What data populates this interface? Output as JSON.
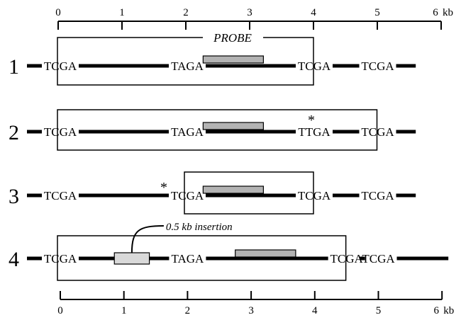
{
  "scale": {
    "ticks": [
      "0",
      "1",
      "2",
      "3",
      "4",
      "5",
      "6"
    ],
    "unit": "kb"
  },
  "probe_label": "PROBE",
  "insertion_label": "0.5 kb insertion",
  "mutation_marker": "*",
  "lanes": [
    {
      "number": "1",
      "sites": [
        {
          "text": "TCGA",
          "kb": 0
        },
        {
          "text": "TAGA",
          "kb": 2
        },
        {
          "text": "TCGA",
          "kb": 4
        },
        {
          "text": "TCGA",
          "kb": 5
        }
      ],
      "probe_kb": [
        2.25,
        3.2
      ],
      "fragment_kb": [
        0,
        4
      ],
      "dna_end_kb": 5.6
    },
    {
      "number": "2",
      "sites": [
        {
          "text": "TCGA",
          "kb": 0
        },
        {
          "text": "TAGA",
          "kb": 2
        },
        {
          "text": "TTGA",
          "kb": 4,
          "mutated": true
        },
        {
          "text": "TCGA",
          "kb": 5
        }
      ],
      "probe_kb": [
        2.25,
        3.2
      ],
      "fragment_kb": [
        0,
        5
      ],
      "dna_end_kb": 5.6
    },
    {
      "number": "3",
      "sites": [
        {
          "text": "TCGA",
          "kb": 0
        },
        {
          "text": "TCGA",
          "kb": 2,
          "mutated": true
        },
        {
          "text": "TCGA",
          "kb": 4
        },
        {
          "text": "TCGA",
          "kb": 5
        }
      ],
      "probe_kb": [
        2.25,
        3.2
      ],
      "fragment_kb": [
        2,
        4
      ],
      "dna_end_kb": 5.6
    },
    {
      "number": "4",
      "sites": [
        {
          "text": "TCGA",
          "kb": 0
        },
        {
          "text": "TAGA",
          "kb": 2
        },
        {
          "text": "TCGA",
          "kb": 4.5
        },
        {
          "text": "TCGA",
          "kb": 5
        }
      ],
      "probe_kb": [
        2.75,
        3.7
      ],
      "fragment_kb": [
        0,
        4.5
      ],
      "insertion_kb": [
        0.85,
        1.4
      ],
      "dna_end_kb": 6.1
    }
  ],
  "colors": {
    "line": "#000000",
    "probe_fill": "#b3b3b3",
    "insertion_fill": "#d9d9d9"
  }
}
